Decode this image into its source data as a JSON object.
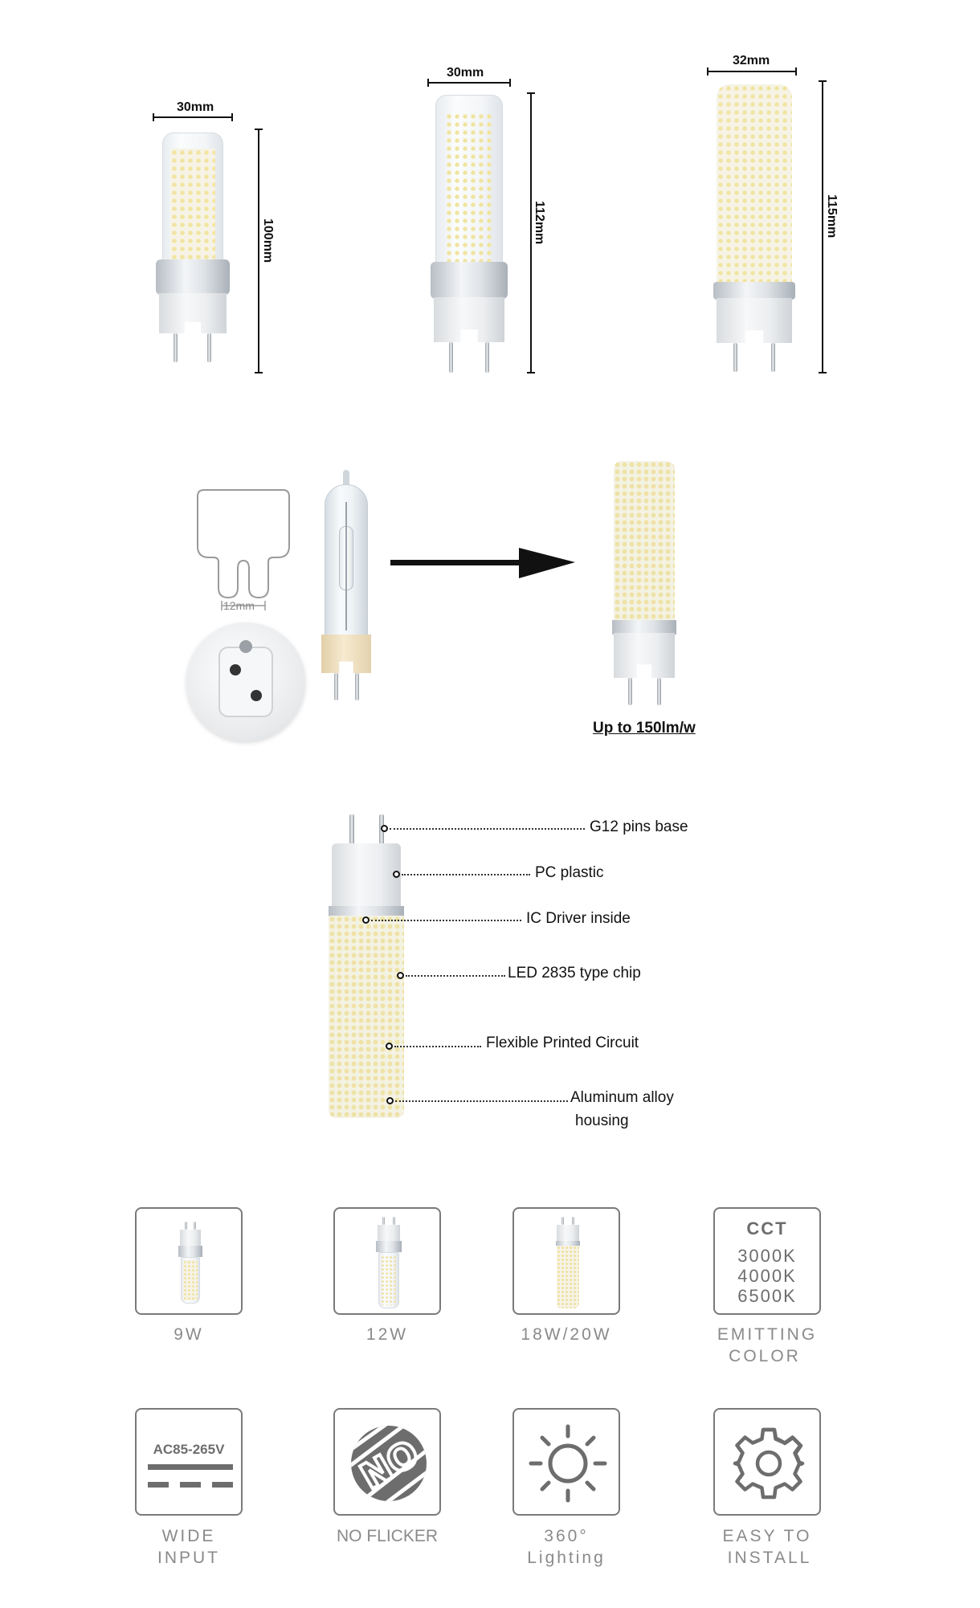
{
  "dimensions": {
    "bulb1": {
      "width": "30mm",
      "height": "100mm"
    },
    "bulb2": {
      "width": "30mm",
      "height": "112mm"
    },
    "bulb3": {
      "width": "32mm",
      "height": "115mm"
    }
  },
  "replacement": {
    "base_spacing": "12mm",
    "efficiency": "Up to 150lm/w"
  },
  "parts": [
    {
      "label": "G12 pins base"
    },
    {
      "label": "PC plastic"
    },
    {
      "label": "IC Driver inside"
    },
    {
      "label": "LED 2835 type chip"
    },
    {
      "label": "Flexible Printed Circuit"
    },
    {
      "label_line1": "Aluminum alloy",
      "label_line2": "housing"
    }
  ],
  "features_row1": [
    {
      "label": "9W"
    },
    {
      "label": "12W"
    },
    {
      "label": "18W/20W"
    },
    {
      "title": "CCT",
      "values": [
        "3000K",
        "4000K",
        "6500K"
      ],
      "label_line1": "EMITTING",
      "label_line2": "COLOR"
    }
  ],
  "features_row2": [
    {
      "badge": "AC85-265V",
      "label_line1": "WIDE",
      "label_line2": "INPUT",
      "icon": "dc-current-icon"
    },
    {
      "label": "NO FLICKER",
      "icon": "no-flicker-icon"
    },
    {
      "label_line1": "360°",
      "label_line2": "Lighting",
      "icon": "sun-icon"
    },
    {
      "label_line1": "EASY TO",
      "label_line2": "INSTALL",
      "icon": "gear-icon"
    }
  ],
  "colors": {
    "line": "#111111",
    "label_gray": "#8a8a8a",
    "box_border": "#7a7a7a",
    "led_yellow": "#f1e4a0"
  }
}
